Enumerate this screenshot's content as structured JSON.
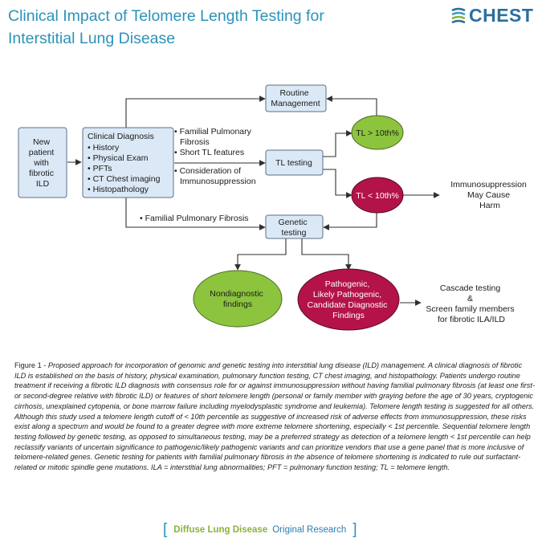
{
  "header": {
    "title": "Clinical Impact of Telomere Length Testing for Interstitial Lung Disease",
    "brand": "CHEST",
    "logo_icon": "chest-stripes-icon"
  },
  "diagram": {
    "nodes": {
      "new_patient": [
        "New",
        "patient",
        "with",
        "fibrotic",
        "ILD"
      ],
      "clinical": [
        "Clinical Diagnosis",
        "• History",
        "• Physical Exam",
        "• PFTs",
        "• CT Chest imaging",
        "• Histopathology"
      ],
      "routine": [
        "Routine",
        "Management"
      ],
      "tl_testing": [
        "TL testing"
      ],
      "tl_high": [
        "TL > 10th%"
      ],
      "tl_low": [
        "TL < 10th%"
      ],
      "genetic": [
        "Genetic",
        "testing"
      ],
      "nondiagnostic": [
        "Nondiagnostic",
        "findings"
      ],
      "pathogenic": [
        "Pathogenic,",
        "Likely Pathogenic,",
        "Candidate Diagnostic",
        "Findings"
      ]
    },
    "labels": {
      "familial_short": [
        "• Familial Pulmonary",
        "Fibrosis",
        "• Short TL features"
      ],
      "immuno_consider": [
        "• Consideration of",
        "Immunosuppression"
      ],
      "familial_genetic": [
        "• Familial Pulmonary Fibrosis"
      ],
      "immuno_harm": [
        "Immunosuppression",
        "May Cause",
        "Harm"
      ],
      "cascade": [
        "Cascade testing",
        "&",
        "Screen family members",
        "for fibrotic ILA/ILD"
      ]
    },
    "colors": {
      "box_fill": "#dbe9f6",
      "box_stroke": "#5b6f86",
      "green": "#8cc43e",
      "red": "#b31349",
      "arrow": "#2f2f2f"
    }
  },
  "caption": {
    "lead": "Figure 1 - ",
    "body": "Proposed approach for incorporation of genomic and genetic testing into interstitial lung disease (ILD) management. A clinical diagnosis of fibrotic ILD is established on the basis of history, physical examination, pulmonary function testing, CT chest imaging, and histopathology. Patients undergo routine treatment if receiving a fibrotic ILD diagnosis with consensus role for or against immunosuppression without having familial pulmonary fibrosis (at least one first- or second-degree relative with fibrotic ILD) or features of short telomere length (personal or family member with graying before the age of 30 years, cryptogenic cirrhosis, unexplained cytopenia, or bone marrow failure including myelodysplastic syndrome and leukemia). Telomere length testing is suggested for all others. Although this study used a telomere length cutoff of < 10th percentile as suggestive of increased risk of adverse effects from immunosuppression, these risks exist along a spectrum and would be found to a greater degree with more extreme telomere shortening, especially < 1st percentile. Sequential telomere length testing followed by genetic testing, as opposed to simultaneous testing, may be a preferred strategy as detection of a telomere length < 1st percentile can help reclassify variants of uncertain significance to pathogenic/likely pathogenic variants and can prioritize vendors that use a gene panel that is more inclusive of telomere-related genes. Genetic testing for patients with familial pulmonary fibrosis in the absence of telomere shortening is indicated to rule out surfactant-related or mitotic spindle gene mutations. ILA = interstitial lung abnormalities; PFT = pulmonary function testing; TL = telomere length."
  },
  "footer": {
    "open_bracket": "[",
    "category": "Diffuse Lung Disease",
    "type": "Original Research",
    "close_bracket": "]"
  }
}
